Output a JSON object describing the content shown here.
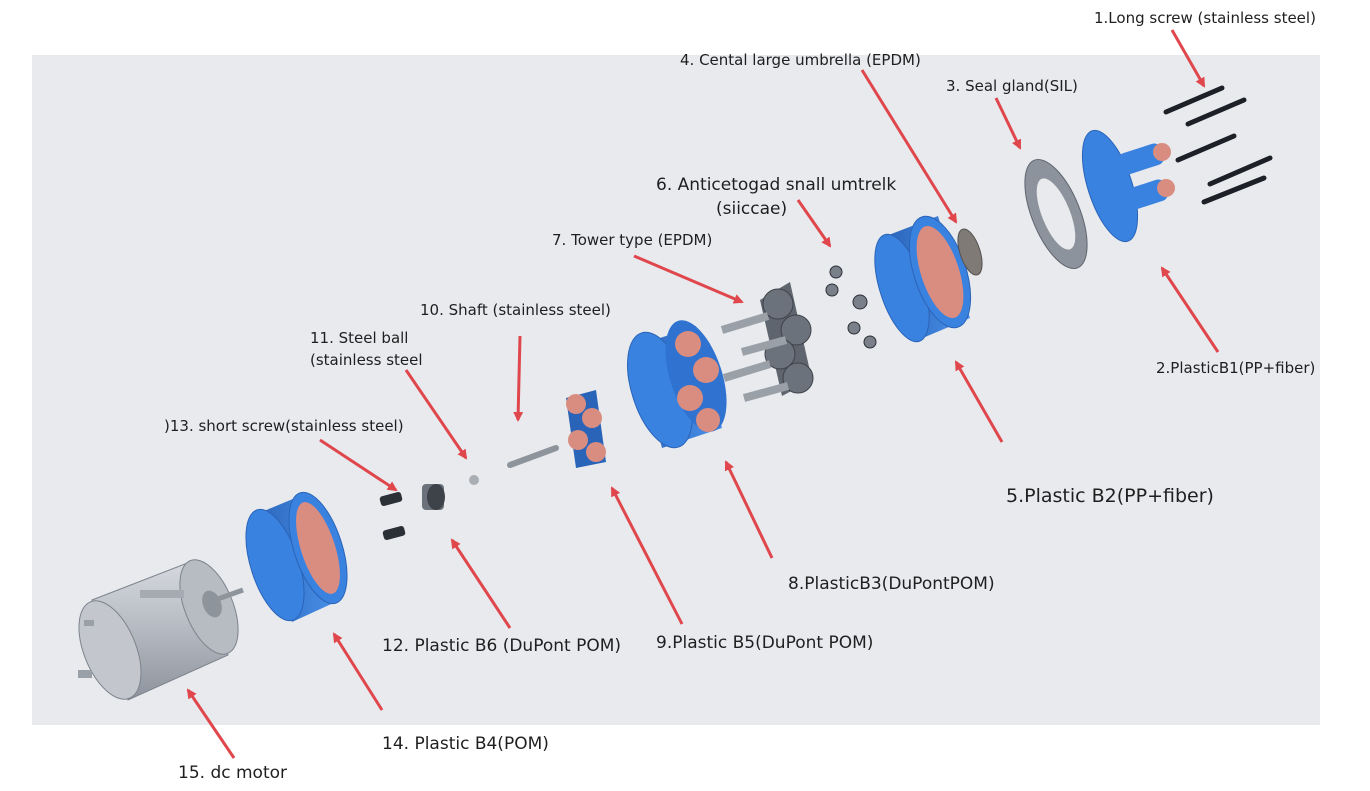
{
  "diagram": {
    "labels": {
      "p1": "1.Long screw (stainless steel)",
      "p2": "2.PlasticB1(PP+fiber)",
      "p3": "3. Seal gland(SIL)",
      "p4": "4. Cental large umbrella (EPDM)",
      "p5": "5.Plastic B2(PP+fiber)",
      "p6a": "6. Anticetogad snall umtrelk",
      "p6b": "(siiccae)",
      "p7": "7. Tower type (EPDM)",
      "p8": "8.PlasticB3(DuPontPOM)",
      "p9": "9.Plastic B5(DuPont POM)",
      "p10": "10. Shaft (stainless steel)",
      "p11a": "11. Steel ball",
      "p11b": "(stainless steel",
      "p12": "12. Plastic B6 (DuPont POM)",
      "p13": ")13. short screw(stainless steel)",
      "p14": "14. Plastic B4(POM)",
      "p15": "15. dc motor"
    },
    "colors": {
      "part_blue": "#3a82e0",
      "part_blue_dark": "#2a64b8",
      "part_copper": "#d98c80",
      "arrow": "#e0474c",
      "metal": "#9aa2ad",
      "dark_metal": "#2b2f36"
    }
  }
}
